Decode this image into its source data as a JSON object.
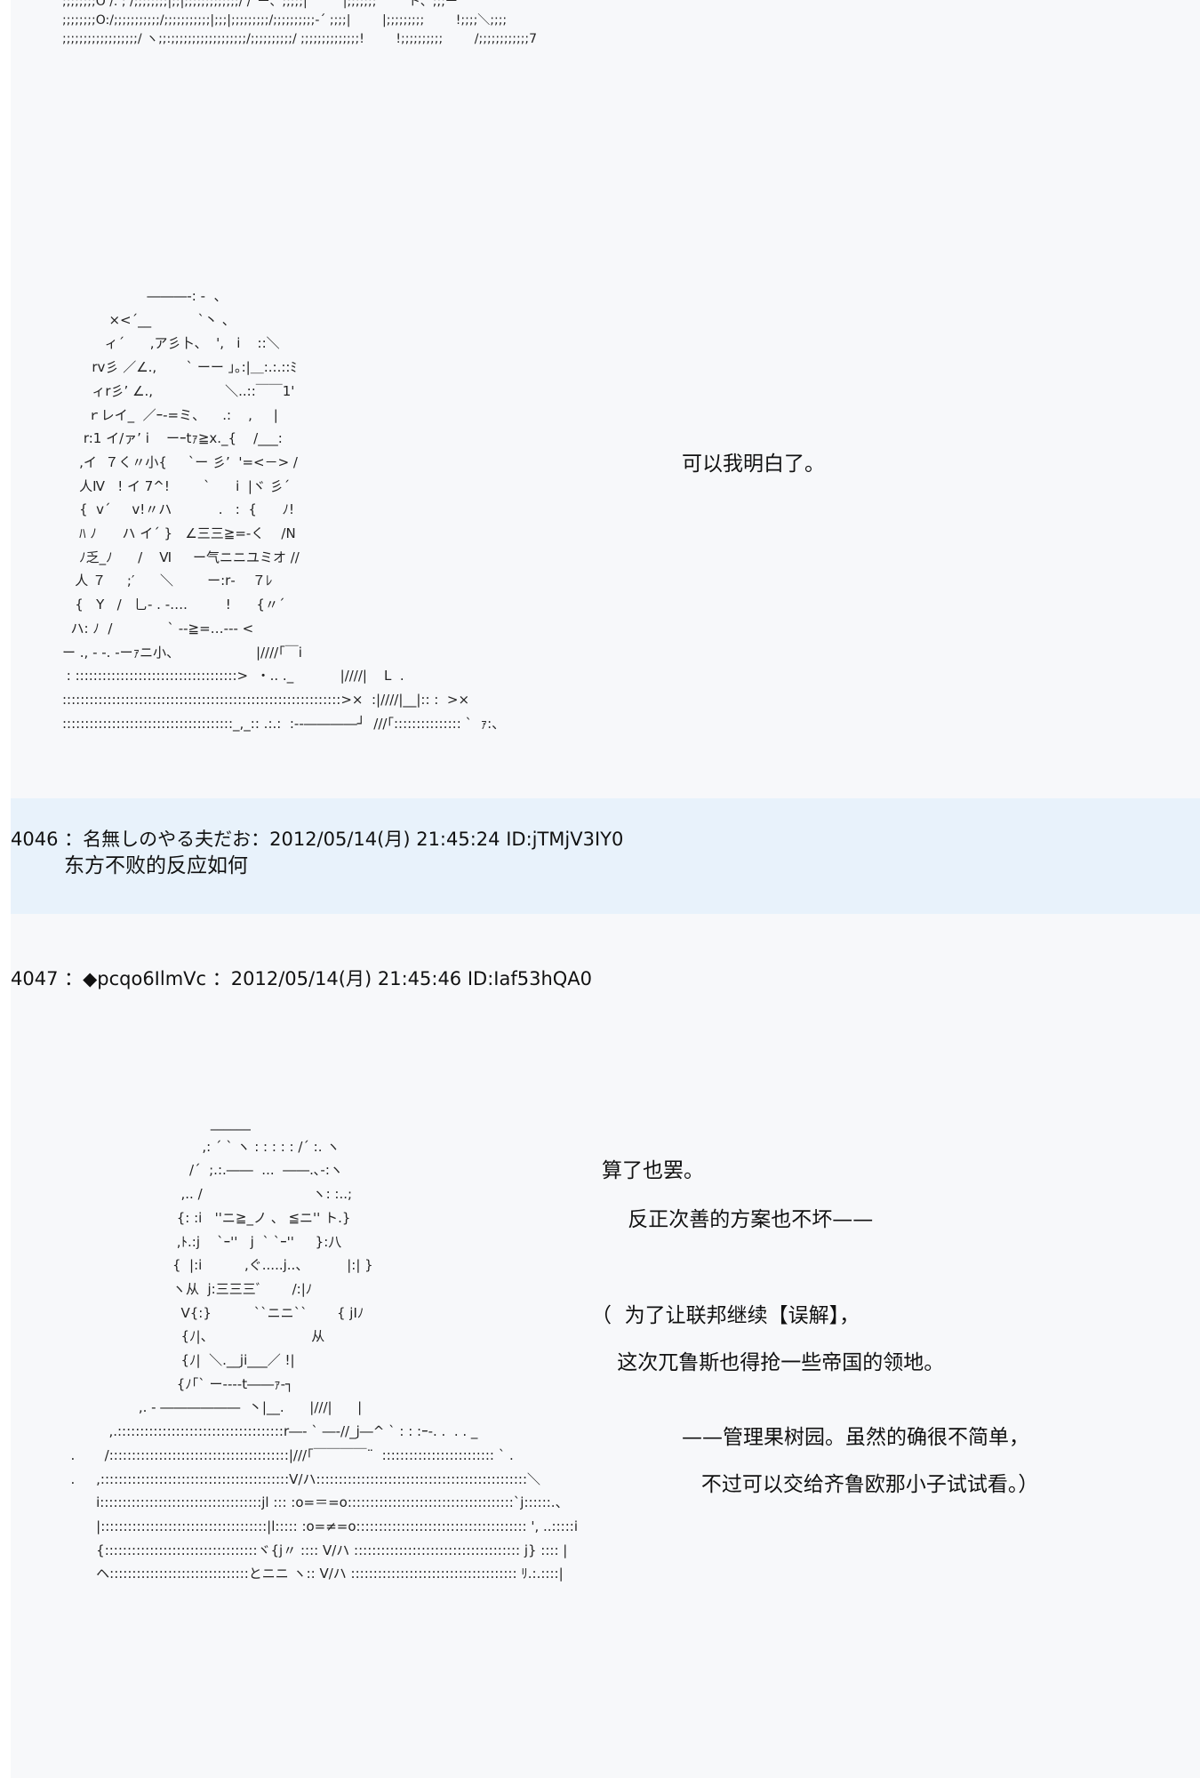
{
  "top_art": [
    ";;;;;;;;O /. ; /;;;;;;;;|;;|;;;;;;;;;;;;;/ /¨ー、;;;;;|         |;;;;;;;        ト、;;;ー",
    ";;;;;;;;O:/;;;;;;;;;;;/;;;;;;;;;;;|;;;|;;;;;;;;;/;;;;;;;;;;-´ ;;;;|        |;;;;;;;;;        !;;;;＼;;;;",
    ";;;;;;;;;;;;;;;;;;/ ヽ;;:;;;;;;;;;;;;;;;;;;/;;;;;;;;;;/ ;;;;;;;;;;;;;;!        !;;;;;;;;;;        /;;;;;;;;;;;;7"
  ],
  "art1": [
    "                    ―――-: -  、",
    "           ×<´__           `丶 、",
    "          ィ´      ,ア彡卜、  ',   i    ::＼",
    "       rv彡 ／∠.,       ` ーー ｣｡:|＿:.:.::ﾐ",
    "       ィr彡’ ∠.,                 ＼..::￣￣1'",
    "      ｒレイ_  ／ｰ‐=ミ、    .:    ,     |",
    "     r:1 イ/ァ’ i    ーｰtｧ≧x._{    /___:",
    "    ,イ  ７く〃小{     `ー 彡’  '=<－> /",
    "    人Ⅳ   ! イ 7^!        `      i  |ヾ 彡´",
    "    {  v´     v!〃ハ           .   :  {      ﾉ!",
    "    ﾊ ﾉ      ハ イ´ }   ∠三三≧=‐く    /N",
    "    ﾉ乏_ﾉ      /    Ⅵ     ー气ニニユミオ //",
    "   人 ７     ;′      ＼        ー:r‐    ７ﾚ",
    "   {   Y   /   乚- . -….         !      {〃´",
    "  ハ: ﾉ  /             ` ‐‐≧=…‐‐‐ <",
    "ー ., - ‐. ‐ーｧニ小、                  |////｢￣i",
    " : ::::::::::::::::::::::::::::::::::::>  ・.. ._           |////|    L  .",
    "::::::::::::::::::::::::::::::::::::::::::::::::::::::::::::::>×  :|////|__|:: :  >×",
    "::::::::::::::::::::::::::::::::::::::_,_:: .:.:  :‐‐――――┘  ///｢::::::::::::::: `  ｧ:、"
  ],
  "caption1": "可以我明白了。",
  "reply": {
    "header": "4046 ：名無しのやる夫だお：2012/05/14(月) 21:45:24 ID:jTMjV3IY0",
    "body": "东方不败的反应如何"
  },
  "post": {
    "header": "4047 ：◆pcqo6IlmVc ：2012/05/14(月) 21:45:46 ID:Iaf53hQA0"
  },
  "art2": [
    "                                   ______",
    "                                 ,: ´ ` ヽ : : : : : /´ :. ヽ",
    "                              /´  ;.:.――  ...  ――.､-:ヽ",
    "                            ,.. /                          ヽ: :..;",
    "                           {: :i   ''ニ≧_ノ 、 ≦ニ'' ト.}",
    "                           ,ﾄ.:j    `ｰ''   j  ` `ｰ''     }:八",
    "                          {  |:i          ,ぐ.....j..、         |:| }",
    "                          ヽ从  j:三三三ﾞ       /:|ﾉ",
    "                            V{:}          ``ニニ``       { jIﾉ",
    "                            {ﾉ|、                       从",
    "                            {ﾉ|  ＼.__ji___／ !|",
    "                           {ﾉ｢` ー‐‐‐‐t――ｧ‐┐",
    "                  ,. - ――――――  丶|__.      |///|      |",
    "           ,.:::::::::::::::::::::::::::::::::::::r―‐ ` ―‐//_j―^ ` : : :ｰ-. .  . . _",
    "  .       /::::::::::::::::::::::::::::::::::::::::|///｢￣￣￣￣¨  ::::::::::::::::::::::::: ` .",
    "  .     ,::::::::::::::::::::::::::::::::::::::::::V/ハ:::::::::::::::::::::::::::::::::::::::::::::::＼",
    "        i::::::::::::::::::::::::::::::::::::jl ::: :o=＝=o:::::::::::::::::::::::::::::::::::::`j::::::.、",
    "        |:::::::::::::::::::::::::::::::::::::|l::::: :o=≠=o:::::::::::::::::::::::::::::::::::::: ', ..:::::i",
    "        {::::::::::::::::::::::::::::::::::ヾ{j〃 :::: V/ハ ::::::::::::::::::::::::::::::::::::: j} :::: |",
    "        ヘ:::::::::::::::::::::::::::::::とニニ ヽ:: V/ハ ::::::::::::::::::::::::::::::::::::: ﾘ.:.::::|"
  ],
  "caption2": [
    "算了也罢。",
    "    反正次善的方案也不坏——",
    "（  为了让联邦继续【误解】，",
    "    这次兀鲁斯也得抢一些帝国的领地。",
    "——管理果树园。虽然的确很不简单，",
    "   不过可以交给齐鲁欧那小子试试看。）"
  ]
}
